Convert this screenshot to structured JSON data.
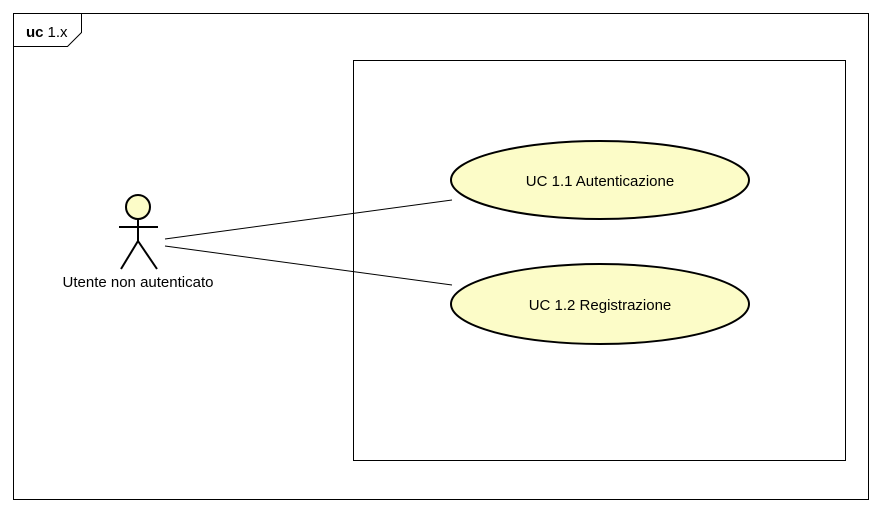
{
  "frame": {
    "keyword": "uc",
    "name": "1.x"
  },
  "actor": {
    "name": "Utente non autenticato"
  },
  "use_cases": [
    {
      "label": "UC 1.1 Autenticazione"
    },
    {
      "label": "UC 1.2 Registrazione"
    }
  ],
  "colors": {
    "use_case_fill": "#fcfcc8",
    "actor_fill": "#fcfcc8",
    "stroke": "#000000",
    "background": "#ffffff"
  }
}
